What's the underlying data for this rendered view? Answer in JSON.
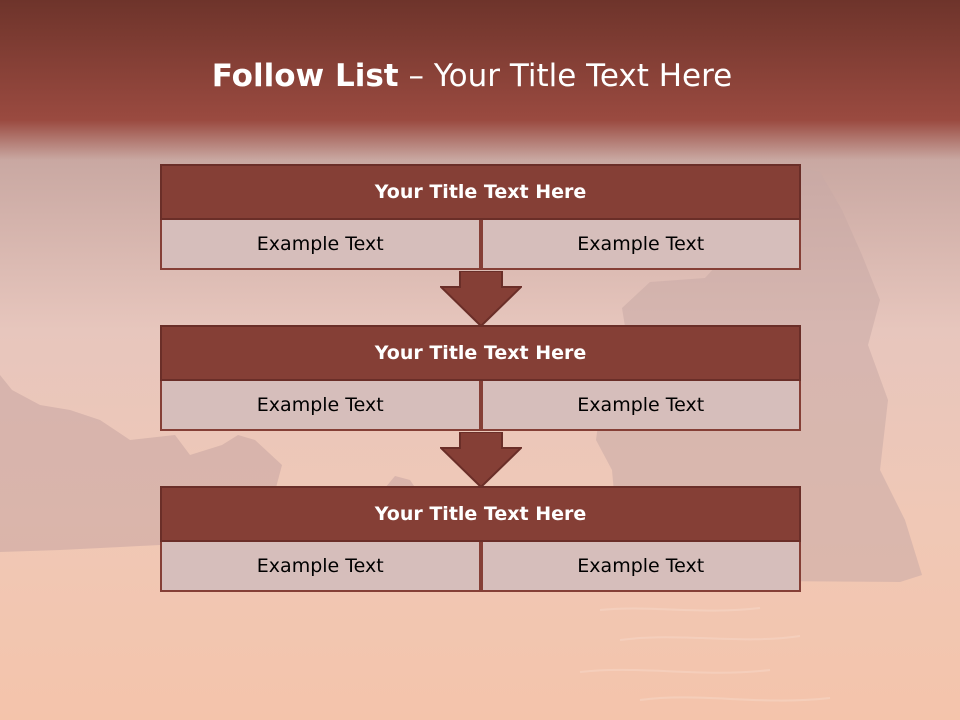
{
  "slide": {
    "title_bold": "Follow List",
    "title_rest": "– Your Title Text Here"
  },
  "steps": [
    {
      "title": "Your Title Text Here",
      "left": "Example Text",
      "right": "Example Text"
    },
    {
      "title": "Your Title Text Here",
      "left": "Example Text",
      "right": "Example Text"
    },
    {
      "title": "Your Title Text Here",
      "left": "Example Text",
      "right": "Example Text"
    }
  ],
  "colors": {
    "header_fill": "#853f36",
    "cell_fill": "#d6bebb",
    "arrow_fill": "#853f36"
  }
}
